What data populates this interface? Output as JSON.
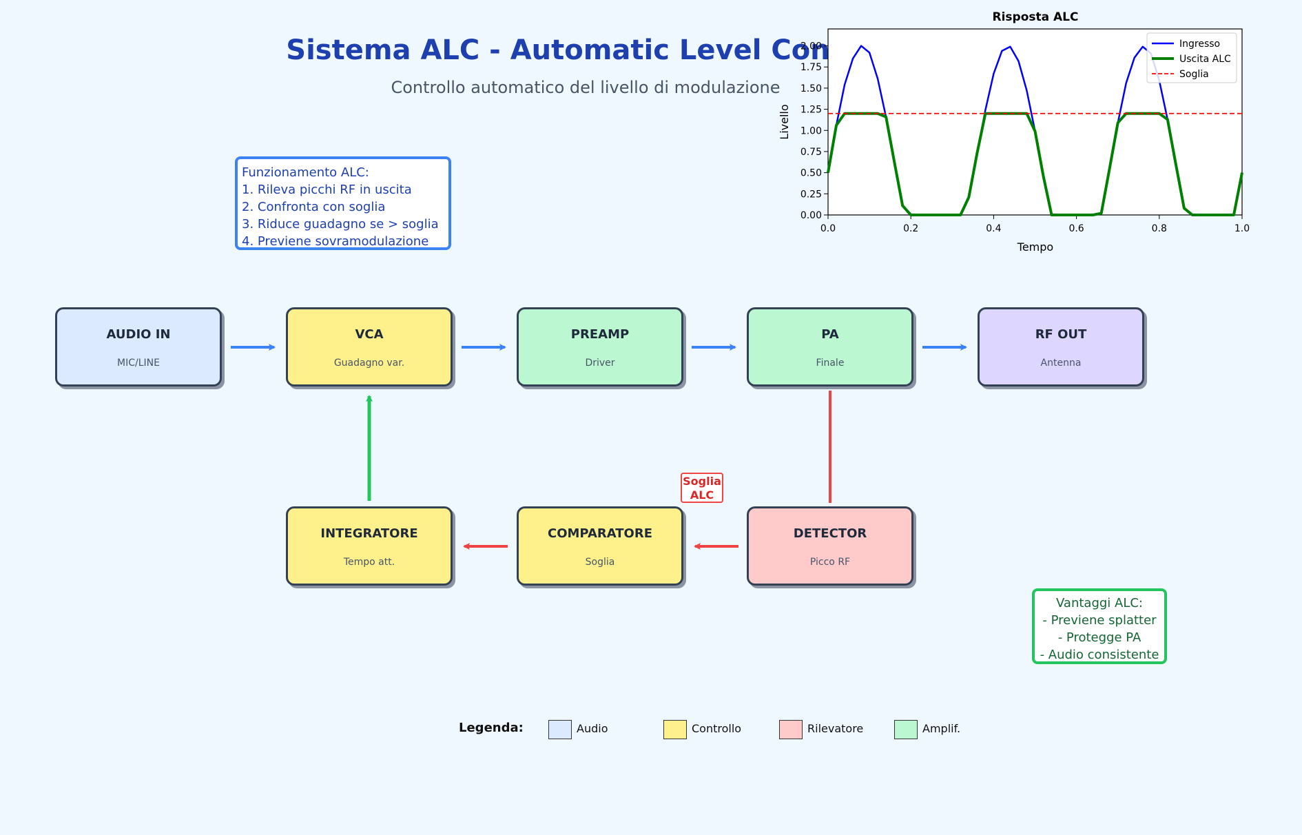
{
  "title": "Sistema ALC - Automatic Level Control",
  "subtitle": "Controllo automatico del livello di modulazione",
  "info_box": {
    "heading": "Funzionamento ALC:",
    "lines": [
      "1. Rileva picchi RF in uscita",
      "2. Confronta con soglia",
      "3. Riduce guadagno se > soglia",
      "4. Previene sovramodulazione"
    ]
  },
  "advantages_box": {
    "heading": "Vantaggi ALC:",
    "lines": [
      "- Previene splatter",
      "- Protegge PA",
      "- Audio consistente"
    ]
  },
  "blocks": [
    {
      "name": "AUDIO IN",
      "sub": "MIC/LINE",
      "category": "audio"
    },
    {
      "name": "VCA",
      "sub": "Guadagno var.",
      "category": "control"
    },
    {
      "name": "PREAMP",
      "sub": "Driver",
      "category": "amp"
    },
    {
      "name": "PA",
      "sub": "Finale",
      "category": "amp"
    },
    {
      "name": "RF OUT",
      "sub": "Antenna",
      "category": "rfout"
    },
    {
      "name": "INTEGRATORE",
      "sub": "Tempo att.",
      "category": "control"
    },
    {
      "name": "COMPARATORE",
      "sub": "Soglia",
      "category": "control"
    },
    {
      "name": "DETECTOR",
      "sub": "Picco RF",
      "category": "detector"
    }
  ],
  "colors": {
    "audio": "#dbeafe",
    "control": "#fef08a",
    "detector": "#fecaca",
    "amp": "#bbf7d0",
    "rfout": "#ddd6fe",
    "signal_arrow": "#3b82f6",
    "feedback_arrow": "#ef4444",
    "control_arrow": "#22c55e"
  },
  "soglia_label": {
    "line1": "Soglia",
    "line2": "ALC"
  },
  "legend": {
    "title": "Legenda:",
    "items": [
      {
        "label": "Audio",
        "color": "#dbeafe"
      },
      {
        "label": "Controllo",
        "color": "#fef08a"
      },
      {
        "label": "Rilevatore",
        "color": "#fecaca"
      },
      {
        "label": "Amplif.",
        "color": "#bbf7d0"
      }
    ]
  },
  "chart_data": {
    "type": "line",
    "title": "Risposta ALC",
    "xlabel": "Tempo",
    "ylabel": "Livello",
    "xlim": [
      0,
      1
    ],
    "ylim": [
      0,
      2.2
    ],
    "xticks": [
      0.0,
      0.2,
      0.4,
      0.6,
      0.8,
      1.0
    ],
    "xtick_labels": [
      "0.0",
      "0.2",
      "0.4",
      "0.6",
      "0.8",
      "1.0"
    ],
    "yticks": [
      0.0,
      0.25,
      0.5,
      0.75,
      1.0,
      1.25,
      1.5,
      1.75,
      2.0
    ],
    "ytick_labels": [
      "0.00",
      "0.25",
      "0.50",
      "0.75",
      "1.00",
      "1.25",
      "1.50",
      "1.75",
      "2.00"
    ],
    "grid": false,
    "legend_position": "top-right",
    "x": [
      0.0,
      0.02,
      0.04,
      0.06,
      0.08,
      0.1,
      0.12,
      0.14,
      0.16,
      0.18,
      0.2,
      0.22,
      0.24,
      0.26,
      0.28,
      0.3,
      0.32,
      0.34,
      0.36,
      0.38,
      0.4,
      0.42,
      0.44,
      0.46,
      0.48,
      0.5,
      0.52,
      0.54,
      0.56,
      0.58,
      0.6,
      0.62,
      0.64,
      0.66,
      0.68,
      0.7,
      0.72,
      0.74,
      0.76,
      0.78,
      0.8,
      0.82,
      0.84,
      0.86,
      0.88,
      0.9,
      0.92,
      0.94,
      0.96,
      0.98,
      1.0
    ],
    "series": [
      {
        "name": "Ingresso",
        "color": "#0000ff",
        "style": "solid",
        "values": [
          0.5,
          1.06,
          1.54,
          1.85,
          2.0,
          1.92,
          1.61,
          1.16,
          0.63,
          0.11,
          0.0,
          0.0,
          0.0,
          0.0,
          0.0,
          0.0,
          0.0,
          0.21,
          0.73,
          1.24,
          1.67,
          1.94,
          1.99,
          1.82,
          1.47,
          0.99,
          0.46,
          0.0,
          0.0,
          0.0,
          0.0,
          0.0,
          0.0,
          0.02,
          0.55,
          1.09,
          1.56,
          1.86,
          1.99,
          1.91,
          1.59,
          1.13,
          0.6,
          0.08,
          0.0,
          0.0,
          0.0,
          0.0,
          0.0,
          0.0,
          0.5
        ]
      },
      {
        "name": "Uscita ALC",
        "color": "#008000",
        "style": "solid",
        "values": [
          0.5,
          1.06,
          1.2,
          1.2,
          1.2,
          1.2,
          1.2,
          1.16,
          0.63,
          0.11,
          0.0,
          0.0,
          0.0,
          0.0,
          0.0,
          0.0,
          0.0,
          0.21,
          0.73,
          1.2,
          1.2,
          1.2,
          1.2,
          1.2,
          1.2,
          0.99,
          0.46,
          0.0,
          0.0,
          0.0,
          0.0,
          0.0,
          0.0,
          0.02,
          0.55,
          1.09,
          1.2,
          1.2,
          1.2,
          1.2,
          1.2,
          1.13,
          0.6,
          0.08,
          0.0,
          0.0,
          0.0,
          0.0,
          0.0,
          0.0,
          0.5
        ]
      },
      {
        "name": "Soglia",
        "color": "#ff0000",
        "style": "dashed",
        "values": [
          1.2,
          1.2
        ]
      }
    ]
  }
}
